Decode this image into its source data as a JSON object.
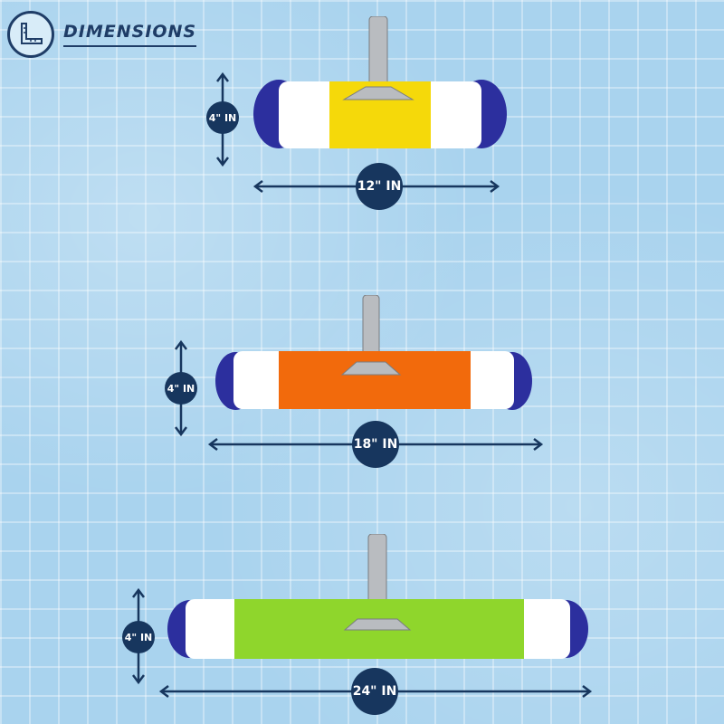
{
  "header": {
    "title": "DIMENSIONS",
    "icon": "ruler-square-icon"
  },
  "colors": {
    "navy": "#17365e",
    "yellow": "#f5d90a",
    "orange": "#f26a0c",
    "green": "#8fd62c",
    "blue": "#2c2f9e"
  },
  "brushes": [
    {
      "height_label": "4\" IN",
      "width_label": "12\" IN",
      "color": "yellow"
    },
    {
      "height_label": "4\" IN",
      "width_label": "18\" IN",
      "color": "orange"
    },
    {
      "height_label": "4\" IN",
      "width_label": "24\" IN",
      "color": "green"
    }
  ]
}
